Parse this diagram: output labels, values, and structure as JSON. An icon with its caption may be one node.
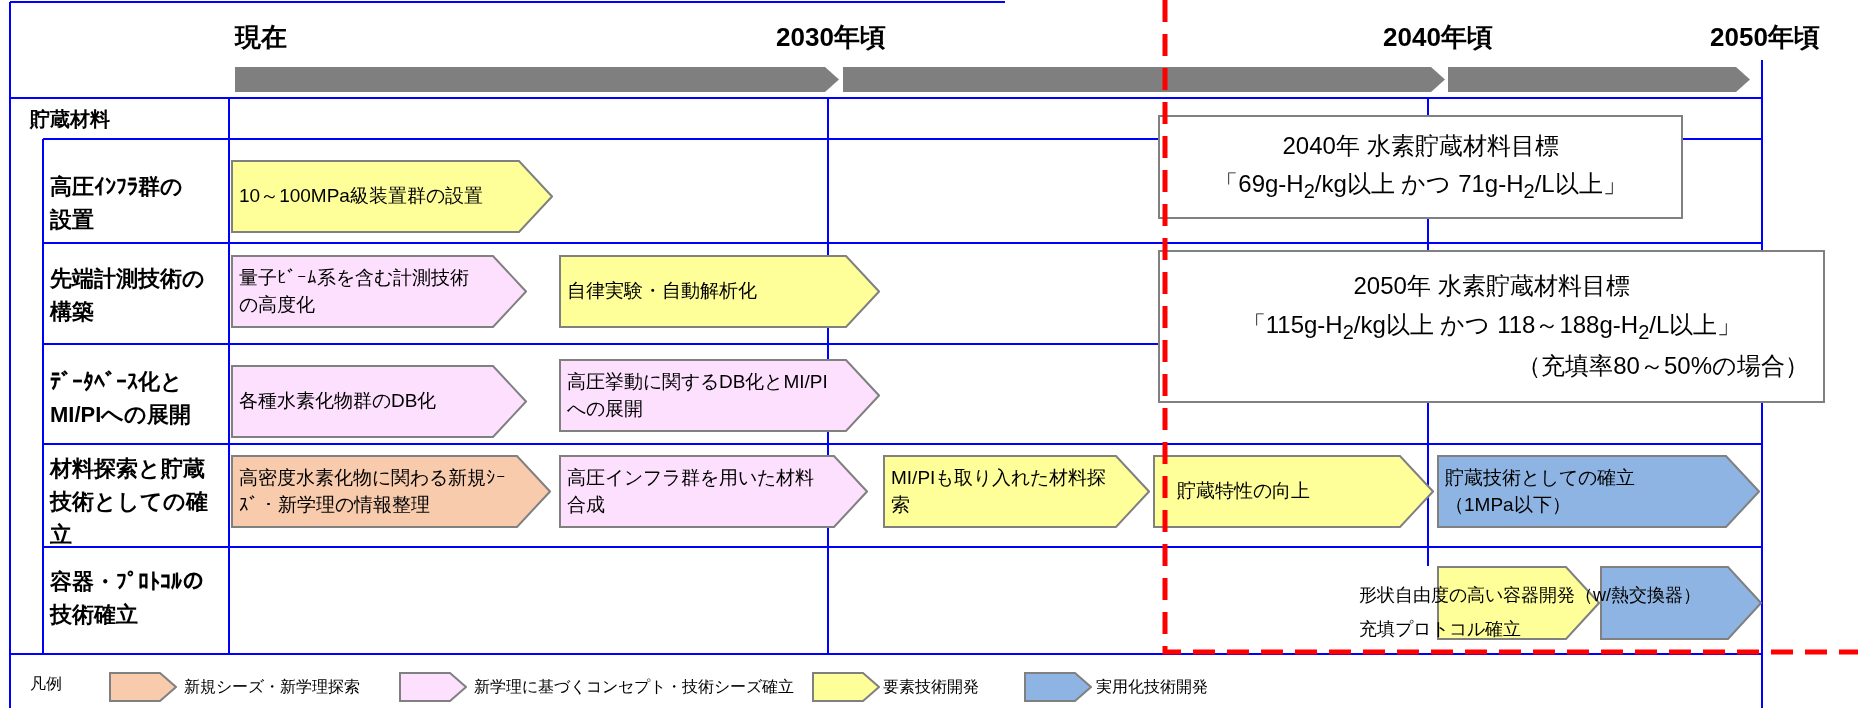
{
  "diagram": {
    "nodes": [
      {
        "text": [
          "10～100MPa級装置群の設置"
        ]
      },
      {
        "text": [
          "量子ﾋﾞｰﾑ系を含む計測技術の高度化"
        ]
      },
      {
        "text": [
          "自律実験・自動解析化"
        ]
      },
      {
        "text": [
          "各種水素化物群のDB化"
        ]
      },
      {
        "text": [
          "高圧挙動に関するDB化とMI/PIへの展開"
        ]
      },
      {
        "text": [
          "高密度水素化物に関わる新規ｼｰｽﾞ・新学理の情報整理"
        ]
      },
      {
        "text": [
          "高圧インフラ群を用いた材料合成"
        ]
      },
      {
        "text": [
          "MI/PIも取り入れた材料探索"
        ]
      },
      {
        "text": [
          "貯蔵特性の向上"
        ]
      },
      {
        "text": [
          "貯蔵技術としての確立",
          "（1MPa以下）"
        ]
      },
      {
        "text": [],
        "shape": "chevron"
      },
      {
        "text": [],
        "shape": "chevron"
      },
      {
        "text": [
          "2040年 水素貯蔵材料目標",
          "「69g-H$_{2}$/kg以上 かつ 71g-H$_{2}$/L以上」"
        ]
      },
      {
        "text": [
          "2050年 水素貯蔵材料目標",
          "「115g-H$_{2}$/kg以上 かつ 118～188g-H$_{2}$/L以上」",
          "（充填率80～50%の場合）"
        ]
      }
    ],
    "edges": [],
    "labels": [
      "現在",
      "2030年頃",
      "2040年頃",
      "2050年頃",
      "貯蔵材料",
      "高圧ｲﾝﾌﾗ群の設置",
      "先端計測技術の構築",
      "ﾃﾞｰﾀﾍﾞｰｽ化とMI/PIへの展開",
      "材料探索と貯蔵技術としての確立",
      "容器・ﾌﾟﾛﾄｺﾙの技術確立",
      "形状自由度の高い容器開発（w/熱交換器）",
      "充填プロトコル確立",
      "凡例"
    ],
    "legend": [
      {
        "text": "新規シーズ・新学理探索",
        "color": "#f8cbad"
      },
      {
        "text": "新学理に基づくコンセプト・技術シーズ確立",
        "color": "#fde0fd"
      },
      {
        "text": "要素技術開発",
        "color": "#ffff99"
      },
      {
        "text": "実用化技術開発",
        "color": "#8eb4e3"
      }
    ]
  }
}
